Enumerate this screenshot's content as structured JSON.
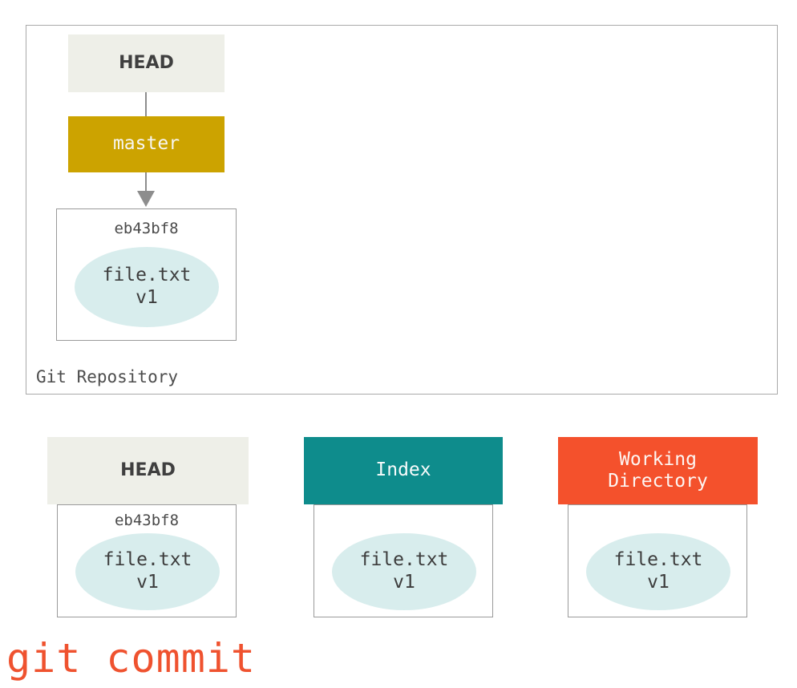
{
  "diagram": {
    "title": "git commit",
    "repository": {
      "label": "Git Repository",
      "head_tag": "HEAD",
      "branch_tag": "master",
      "commit": {
        "hash": "eb43bf8",
        "file_name": "file.txt",
        "file_version": "v1"
      }
    },
    "areas": [
      {
        "id": "head",
        "tag": "HEAD",
        "tag_color": "#eeefe8",
        "hash": "eb43bf8",
        "file_name": "file.txt",
        "file_version": "v1"
      },
      {
        "id": "index",
        "tag": "Index",
        "tag_color": "#0e8c8c",
        "hash": "",
        "file_name": "file.txt",
        "file_version": "v1"
      },
      {
        "id": "working-directory",
        "tag_line1": "Working",
        "tag_line2": "Directory",
        "tag_color": "#f4512c",
        "hash": "",
        "file_name": "file.txt",
        "file_version": "v1"
      }
    ]
  },
  "colors": {
    "branch": "#cca300",
    "index": "#0e8c8c",
    "working_directory": "#f4512c",
    "head": "#eeefe8",
    "blob": "#d8eded",
    "caption": "#ef522f",
    "border": "#9a9a9a"
  }
}
